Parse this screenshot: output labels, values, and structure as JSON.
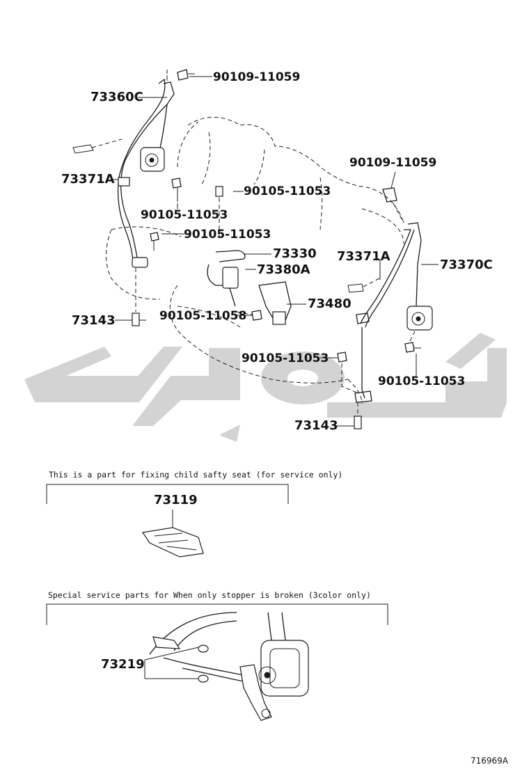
{
  "callouts": {
    "top_bolt": "90109-11059",
    "left_retractor": "73360C",
    "left_clip": "73371A",
    "left_bolt_upper": "90105-11053",
    "left_bolt_lower": "90105-11053",
    "left_anchor": "73143",
    "center_bolt_top": "90105-11053",
    "center_buckle_a": "73330",
    "center_buckle_b": "73380A",
    "center_buckle_c": "73480",
    "center_bolt_bottom": "90105-11058",
    "right_bolt_top": "90109-11059",
    "right_clip": "73371A",
    "right_retractor": "73370C",
    "right_bolt_mid": "90105-11053",
    "right_bolt_low": "90105-11053",
    "right_anchor": "73143"
  },
  "child_seat_box": {
    "note": "This is a part for fixing child safty seat (for service only)",
    "part": "73119"
  },
  "stopper_box": {
    "note": "Special service parts for When only stopper is broken (3color only)",
    "part": "73219"
  },
  "diagram_code": "716969A",
  "watermark": {
    "color": "#d3d3d3"
  }
}
